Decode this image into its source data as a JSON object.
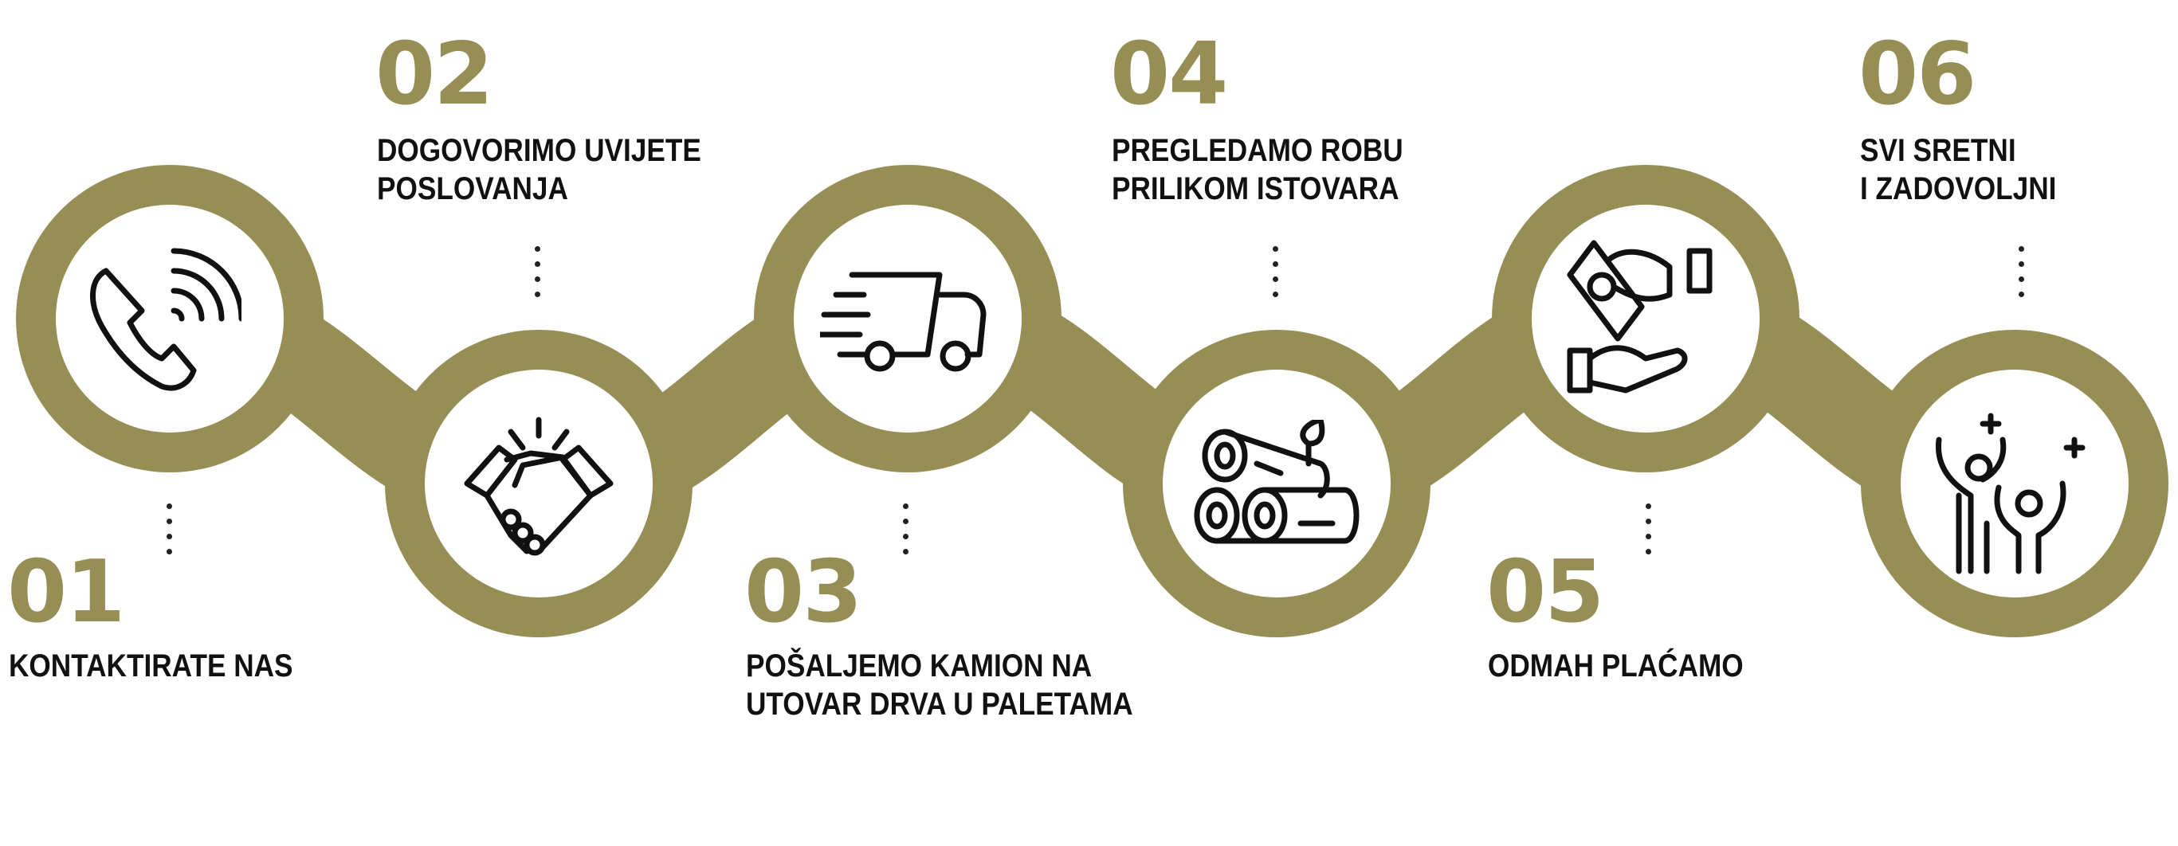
{
  "accent_color": "#968E55",
  "steps": [
    {
      "number": "01",
      "lines": [
        "KONTAKTIRATE NAS"
      ],
      "icon": "phone-icon"
    },
    {
      "number": "02",
      "lines": [
        "DOGOVORIMO UVIJETE",
        "POSLOVANJA"
      ],
      "icon": "handshake-icon"
    },
    {
      "number": "03",
      "lines": [
        "POŠALJEMO KAMION NA",
        "UTOVAR DRVA U PALETAMA"
      ],
      "icon": "truck-icon"
    },
    {
      "number": "04",
      "lines": [
        "PREGLEDAMO ROBU",
        "PRILIKOM ISTOVARA"
      ],
      "icon": "logs-icon"
    },
    {
      "number": "05",
      "lines": [
        "ODMAH PLAĆAMO"
      ],
      "icon": "payment-hands-icon"
    },
    {
      "number": "06",
      "lines": [
        "SVI SRETNI",
        "I ZADOVOLJNI"
      ],
      "icon": "happy-people-icon"
    }
  ]
}
